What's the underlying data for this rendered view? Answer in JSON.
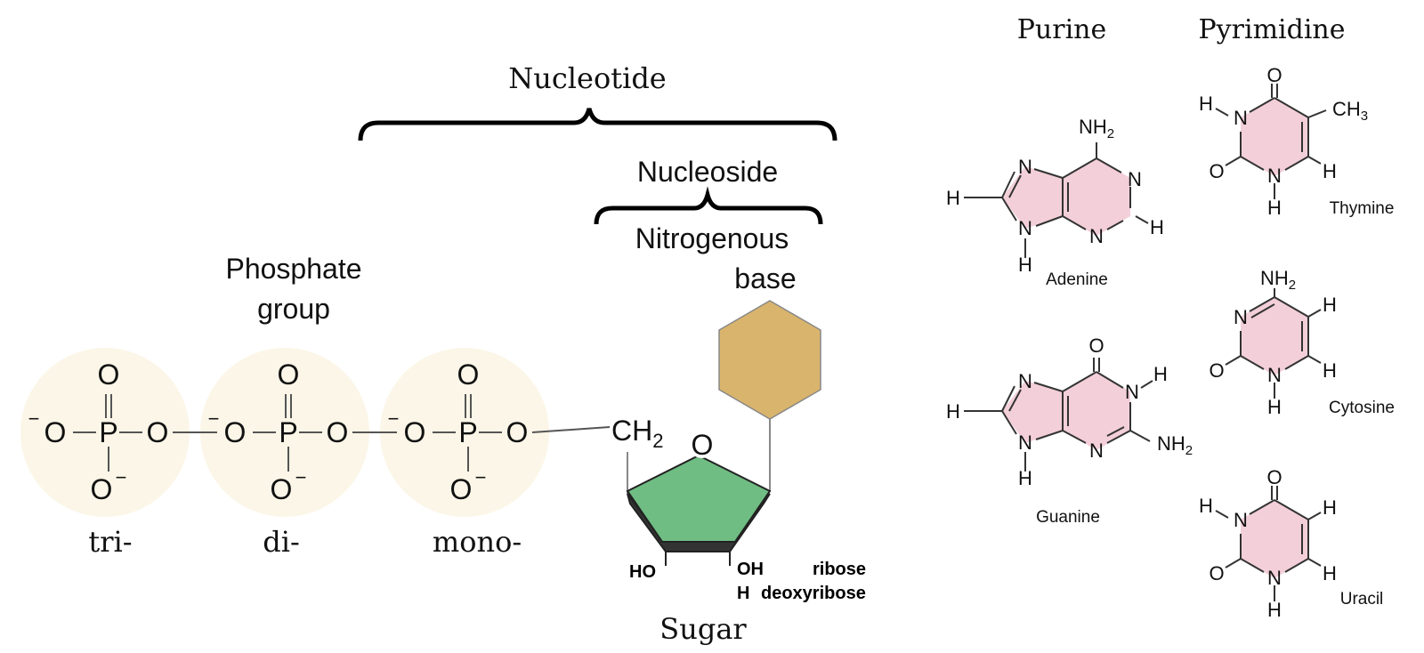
{
  "headings": {
    "purine": "Purine",
    "pyrimidine": "Pyrimidine",
    "nucleotide": "Nucleotide",
    "nucleoside": "Nucleoside",
    "nitrogenous_base_line1": "Nitrogenous",
    "nitrogenous_base_line2": "base",
    "phosphate_line1": "Phosphate",
    "phosphate_line2": "group",
    "sugar": "Sugar"
  },
  "phosphates": [
    {
      "prefix": "tri-"
    },
    {
      "prefix": "di-"
    },
    {
      "prefix": "mono-"
    }
  ],
  "atoms": {
    "O": "O",
    "P": "P",
    "N": "N",
    "H": "H",
    "minus": "−",
    "CH": "CH",
    "sub2": "2",
    "NH": "NH",
    "CH3": "CH",
    "sub3": "3"
  },
  "sugar_labels": {
    "ho": "HO",
    "oh": "OH",
    "ribose": "ribose",
    "h": "H",
    "deoxyribose": "deoxyribose"
  },
  "bases": {
    "adenine": "Adenine",
    "guanine": "Guanine",
    "thymine": "Thymine",
    "cytosine": "Cytosine",
    "uracil": "Uracil"
  },
  "colors": {
    "phosphate_circle": "#fbf6e7",
    "base_hexagon": "#d9b46c",
    "sugar_green": "#6fbd83",
    "sugar_dark": "#333333",
    "ring_pink": "#f3cfd9",
    "bond": "#555555"
  }
}
